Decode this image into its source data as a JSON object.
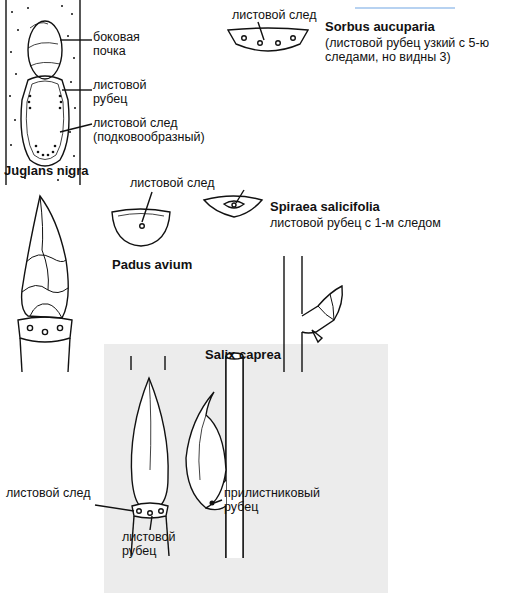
{
  "diagram": {
    "labels": [
      "боковая почка",
      "листовой рубец",
      "листовой след (подковообразный)",
      "листовой след",
      "Sorbus aucuparia",
      "(листовой рубец узкий с 5-ю следами, но видны 3)",
      "Juglans nigra",
      "листовой след",
      "Spiraea salicifolia",
      "листовой рубец с 1-м следом",
      "Padus avium",
      "Salix caprea",
      "листовой след",
      "прилистниковый рубец",
      "листовой рубец"
    ]
  }
}
